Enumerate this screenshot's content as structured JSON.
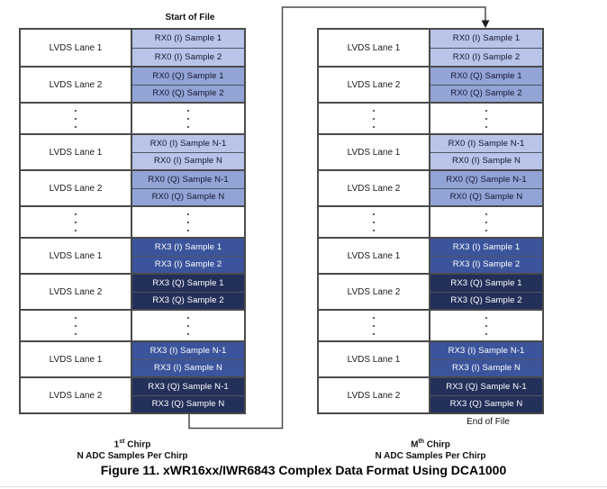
{
  "labels": {
    "start_of_file": "Start of File",
    "end_of_file": "End of File"
  },
  "footers": {
    "left": {
      "num": "1",
      "sup": "st",
      "word": " Chirp",
      "line2": "N ADC Samples Per Chirp"
    },
    "right": {
      "num": "M",
      "sup": "th",
      "word": " Chirp",
      "line2": "N ADC Samples Per Chirp"
    }
  },
  "caption": "Figure 11. xWR16xx/IWR6843 Complex Data Format Using DCA1000",
  "colors": {
    "rx0_i": "#b8c4e8",
    "rx0_q": "#92a4d6",
    "rx3_i": "#3b549c",
    "rx3_q": "#233059",
    "sample_text_dark": "#15152e",
    "sample_text_light": "#ffffff",
    "border": "#4a4a4a"
  },
  "tables": {
    "left": {
      "rows": [
        {
          "type": "group",
          "lane": "LVDS Lane 1",
          "cells": [
            {
              "text": "RX0 (I) Sample 1",
              "style": "rx0_i"
            },
            {
              "text": "RX0 (I) Sample 2",
              "style": "rx0_i"
            }
          ]
        },
        {
          "type": "group",
          "lane": "LVDS Lane 2",
          "cells": [
            {
              "text": "RX0 (Q) Sample 1",
              "style": "rx0_q"
            },
            {
              "text": "RX0 (Q) Sample 2",
              "style": "rx0_q"
            }
          ]
        },
        {
          "type": "dots"
        },
        {
          "type": "group",
          "lane": "LVDS Lane 1",
          "cells": [
            {
              "text": "RX0 (I) Sample N-1",
              "style": "rx0_i"
            },
            {
              "text": "RX0 (I) Sample N",
              "style": "rx0_i"
            }
          ]
        },
        {
          "type": "group",
          "lane": "LVDS Lane 2",
          "cells": [
            {
              "text": "RX0 (Q) Sample N-1",
              "style": "rx0_q"
            },
            {
              "text": "RX0 (Q) Sample N",
              "style": "rx0_q"
            }
          ]
        },
        {
          "type": "dots"
        },
        {
          "type": "group",
          "lane": "LVDS Lane 1",
          "cells": [
            {
              "text": "RX3 (I) Sample 1",
              "style": "rx3_i"
            },
            {
              "text": "RX3 (I) Sample 2",
              "style": "rx3_i"
            }
          ]
        },
        {
          "type": "group",
          "lane": "LVDS Lane 2",
          "cells": [
            {
              "text": "RX3 (Q) Sample 1",
              "style": "rx3_q"
            },
            {
              "text": "RX3 (Q) Sample 2",
              "style": "rx3_q"
            }
          ]
        },
        {
          "type": "dots"
        },
        {
          "type": "group",
          "lane": "LVDS Lane 1",
          "cells": [
            {
              "text": "RX3 (I) Sample N-1",
              "style": "rx3_i"
            },
            {
              "text": "RX3 (I) Sample N",
              "style": "rx3_i"
            }
          ]
        },
        {
          "type": "group",
          "lane": "LVDS Lane 2",
          "cells": [
            {
              "text": "RX3 (Q) Sample N-1",
              "style": "rx3_q"
            },
            {
              "text": "RX3 (Q) Sample N",
              "style": "rx3_q"
            }
          ]
        }
      ]
    },
    "right": {
      "rows": [
        {
          "type": "group",
          "lane": "LVDS Lane 1",
          "cells": [
            {
              "text": "RX0 (I) Sample 1",
              "style": "rx0_i"
            },
            {
              "text": "RX0 (I) Sample 2",
              "style": "rx0_i"
            }
          ]
        },
        {
          "type": "group",
          "lane": "LVDS Lane 2",
          "cells": [
            {
              "text": "RX0 (Q) Sample 1",
              "style": "rx0_q"
            },
            {
              "text": "RX0 (Q) Sample 2",
              "style": "rx0_q"
            }
          ]
        },
        {
          "type": "dots"
        },
        {
          "type": "group",
          "lane": "LVDS Lane 1",
          "cells": [
            {
              "text": "RX0 (I) Sample N-1",
              "style": "rx0_i"
            },
            {
              "text": "RX0 (I) Sample N",
              "style": "rx0_i"
            }
          ]
        },
        {
          "type": "group",
          "lane": "LVDS Lane 2",
          "cells": [
            {
              "text": "RX0 (Q) Sample N-1",
              "style": "rx0_q"
            },
            {
              "text": "RX0 (Q) Sample N",
              "style": "rx0_q"
            }
          ]
        },
        {
          "type": "dots"
        },
        {
          "type": "group",
          "lane": "LVDS Lane 1",
          "cells": [
            {
              "text": "RX3 (I) Sample 1",
              "style": "rx3_i"
            },
            {
              "text": "RX3 (I) Sample 2",
              "style": "rx3_i"
            }
          ]
        },
        {
          "type": "group",
          "lane": "LVDS Lane 2",
          "cells": [
            {
              "text": "RX3 (Q) Sample 1",
              "style": "rx3_q"
            },
            {
              "text": "RX3 (Q) Sample 2",
              "style": "rx3_q"
            }
          ]
        },
        {
          "type": "dots"
        },
        {
          "type": "group",
          "lane": "LVDS Lane 1",
          "cells": [
            {
              "text": "RX3 (I) Sample N-1",
              "style": "rx3_i"
            },
            {
              "text": "RX3 (I) Sample N",
              "style": "rx3_i"
            }
          ]
        },
        {
          "type": "group",
          "lane": "LVDS Lane 2",
          "cells": [
            {
              "text": "RX3 (Q) Sample N-1",
              "style": "rx3_q"
            },
            {
              "text": "RX3 (Q) Sample N",
              "style": "rx3_q"
            }
          ]
        }
      ]
    }
  }
}
